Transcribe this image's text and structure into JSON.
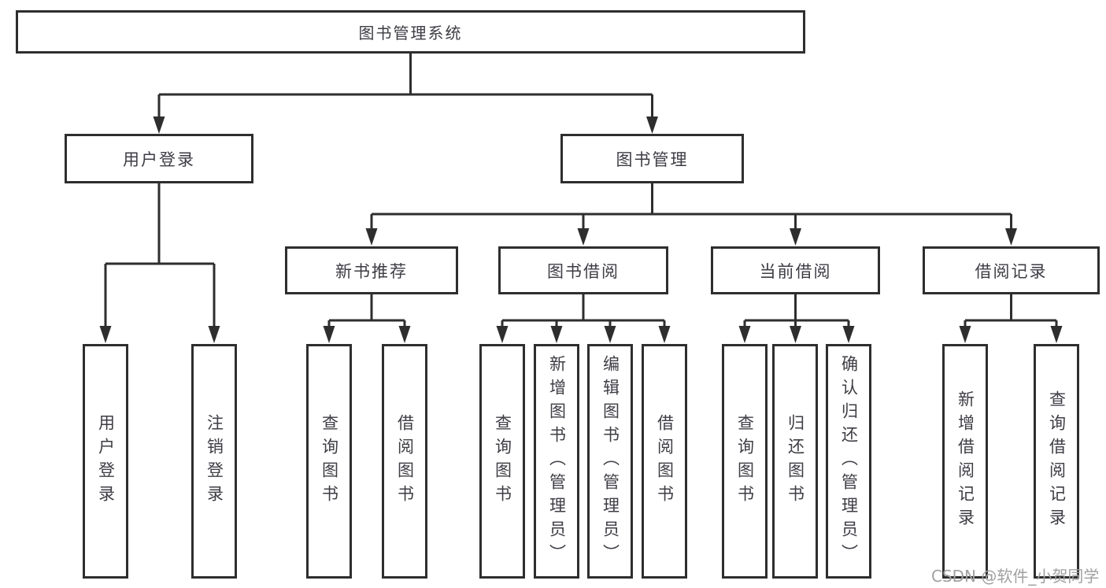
{
  "tree": {
    "root": "图书管理系统",
    "branches": [
      {
        "label": "用户登录",
        "children": [
          "用户登录",
          "注销登录"
        ]
      },
      {
        "label": "图书管理",
        "children": [
          {
            "label": "新书推荐",
            "children": [
              "查询图书",
              "借阅图书"
            ]
          },
          {
            "label": "图书借阅",
            "children": [
              "查询图书",
              "新增图书（管理员）",
              "编辑图书（管理员）",
              "借阅图书"
            ]
          },
          {
            "label": "当前借阅",
            "children": [
              "查询图书",
              "归还图书",
              "确认归还（管理员）"
            ]
          },
          {
            "label": "借阅记录",
            "children": [
              "新增借阅记录",
              "查询借阅记录"
            ]
          }
        ]
      }
    ]
  },
  "watermark": "CSDN @软件_小贺同学",
  "colors": {
    "line": "#2e2e2e",
    "box_border": "#2e2e2e",
    "text": "#3d3d44",
    "watermark": "#a0a0a0",
    "background": "#ffffff"
  }
}
